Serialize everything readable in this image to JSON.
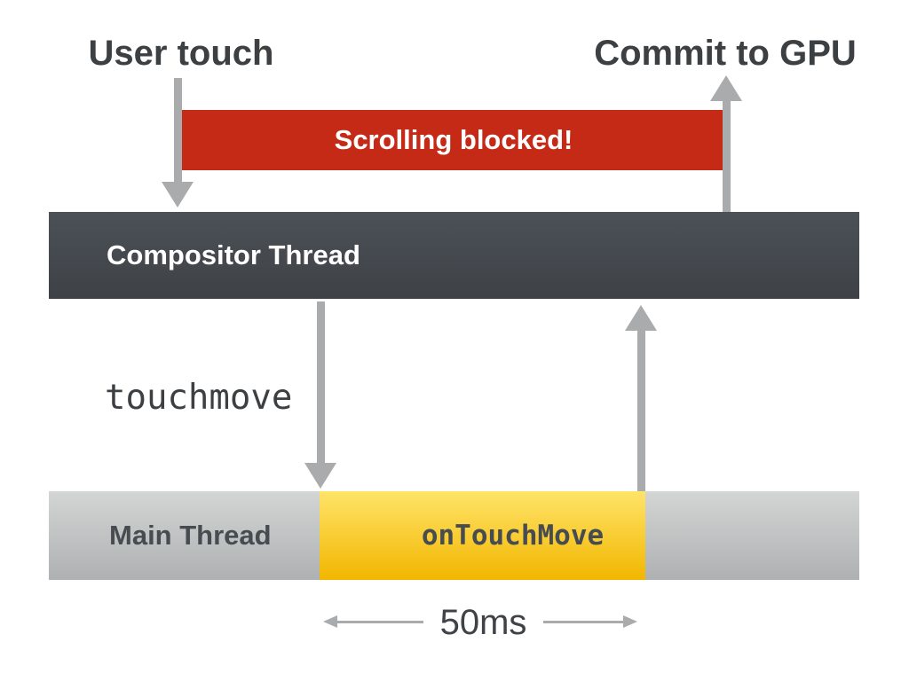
{
  "labels": {
    "user_touch": "User touch",
    "commit_to_gpu": "Commit to GPU",
    "scrolling_blocked": "Scrolling blocked!",
    "compositor_thread": "Compositor Thread",
    "touchmove": "touchmove",
    "main_thread": "Main Thread",
    "on_touch_move": "onTouchMove",
    "duration": "50ms"
  },
  "colors": {
    "text_dark": "#3c4043",
    "blocked_red": "#c52a16",
    "arrow_gray": "#a9abac",
    "compositor_top": "#4c5157",
    "compositor_bottom": "#3e4247",
    "main_top": "#d4d6d6",
    "main_bottom": "#aeb1b1",
    "busy_top": "#ffe469",
    "busy_bottom": "#f2b600",
    "mono_on_yellow": "#3c3519"
  }
}
